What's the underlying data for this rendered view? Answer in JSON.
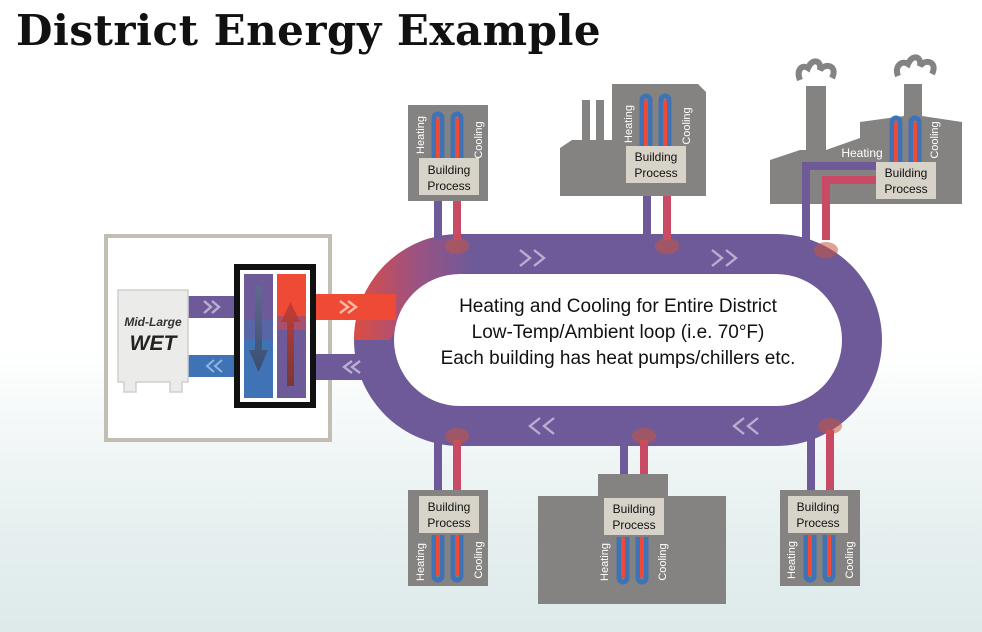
{
  "title": "District Energy Example",
  "wet": {
    "line1": "Mid-Large",
    "line2": "WET"
  },
  "loop_text": {
    "line1": "Heating and Cooling for Entire District",
    "line2": "Low-Temp/Ambient loop (i.e. 70°F)",
    "line3": "Each building has heat pumps/chillers etc."
  },
  "labels": {
    "heating": "Heating",
    "cooling": "Cooling",
    "building": "Building",
    "process": "Process"
  },
  "colors": {
    "loop_purple": "#6f5a99",
    "hot_red": "#e8403a",
    "cold_blue": "#3f73b5",
    "building_gray": "#858381",
    "label_box": "#d8d3c9"
  }
}
